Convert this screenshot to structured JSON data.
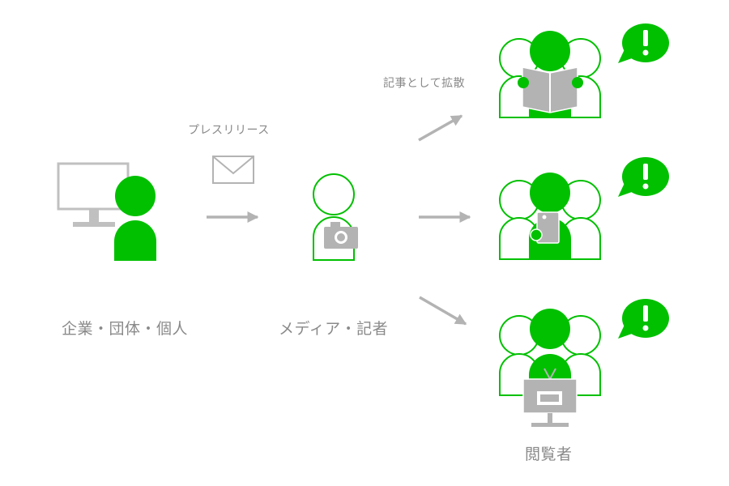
{
  "labels": {
    "sender": "企業・団体・個人",
    "media": "メディア・記者",
    "viewers": "閲覧者",
    "press_release": "プレスリリース",
    "spread": "記事として拡散"
  },
  "colors": {
    "green": "#00c000",
    "gray": "#b3b3b3",
    "text": "#8a8a8a"
  }
}
